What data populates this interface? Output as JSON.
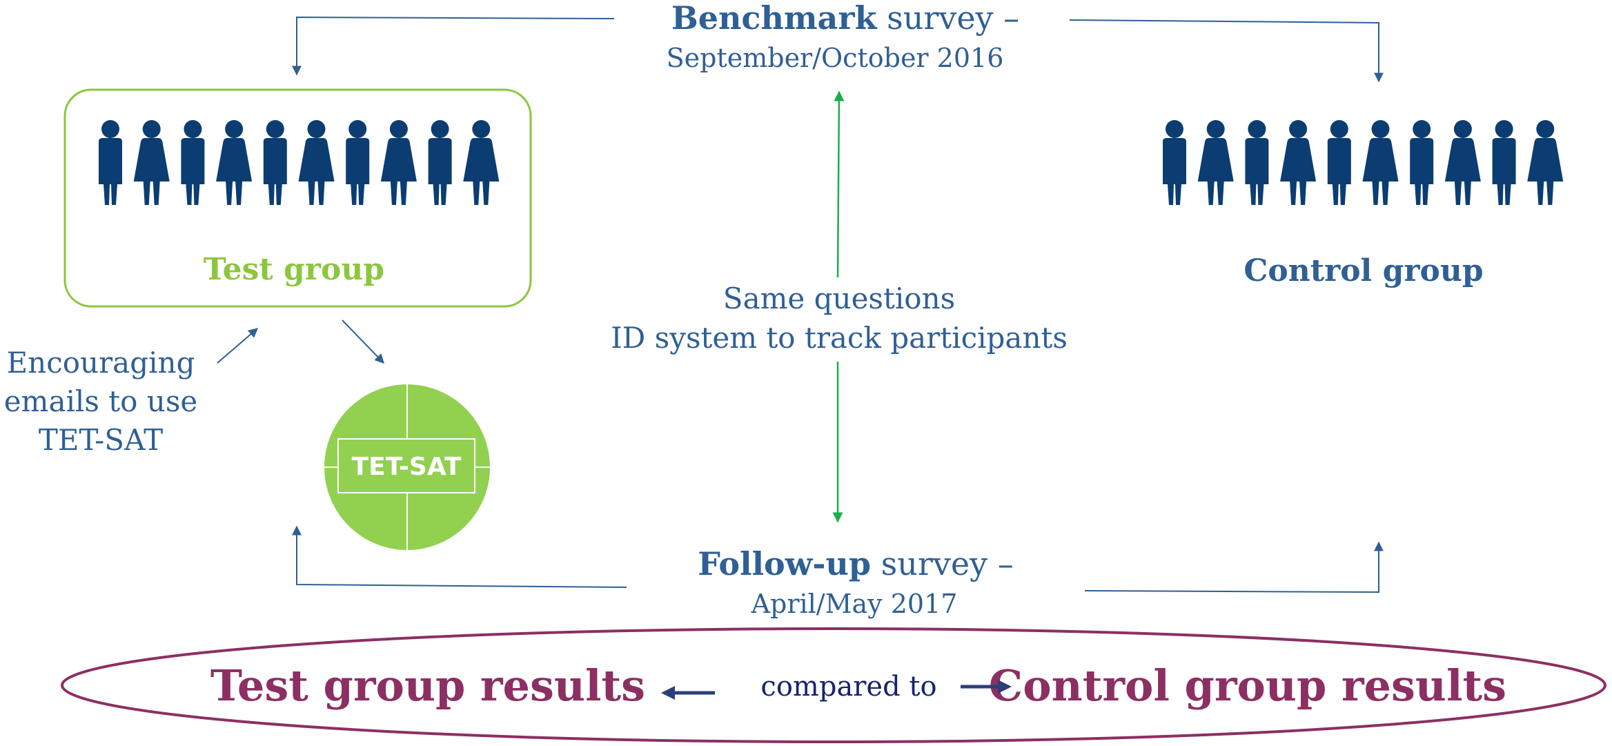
{
  "benchmark": {
    "bold": "Benchmark",
    "rest": " survey –",
    "date": "September/October 2016"
  },
  "followup": {
    "bold": "Follow-up",
    "rest": " survey –",
    "date": "April/May 2017"
  },
  "center": {
    "line1": "Same questions",
    "line2": "ID system to track participants"
  },
  "test_group": {
    "label": "Test group",
    "person_count": 10
  },
  "control_group": {
    "label": "Control group",
    "person_count": 10
  },
  "encouraging": {
    "line1": "Encouraging",
    "line2": "emails to use",
    "line3": "TET-SAT"
  },
  "tool": {
    "label": "TET-SAT"
  },
  "results": {
    "left": "Test group results",
    "middle": "compared to",
    "right": "Control group results"
  },
  "colors": {
    "blue_text": "#2f5f95",
    "people": "#0b3d73",
    "green": "#8cc63f",
    "green_arrow": "#1aae4b",
    "maroon": "#8c2f63",
    "navy": "#16236b"
  },
  "icons": [
    "person-male-icon",
    "person-female-icon",
    "arrow-icon"
  ]
}
